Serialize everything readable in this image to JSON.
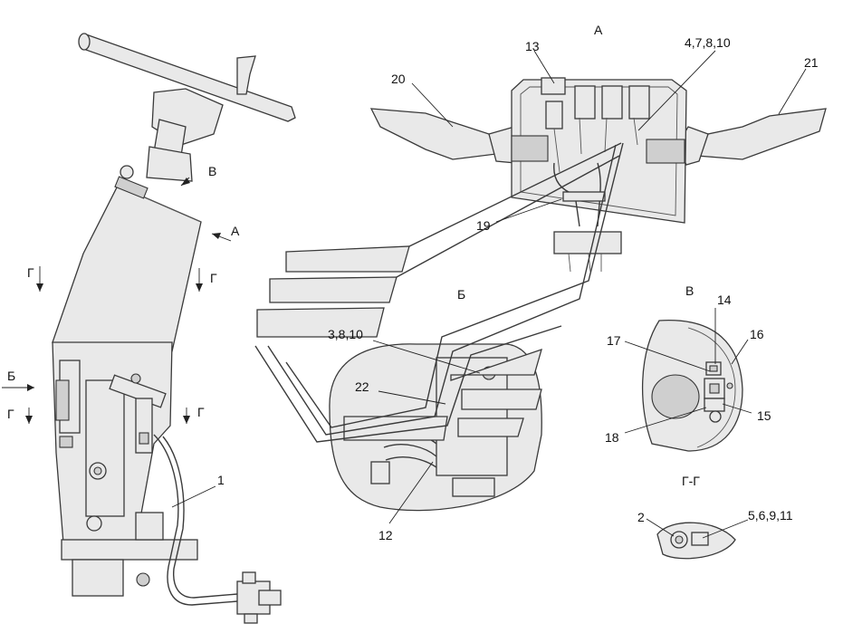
{
  "labels": {
    "view_a": "А",
    "view_b": "Б",
    "view_v": "В",
    "section_gg": "Г-Г",
    "arrow_v": "В",
    "arrow_a": "А",
    "arrow_b": "Б",
    "g_top_left": "Г",
    "g_top_right": "Г",
    "g_bot_left": "Г",
    "g_bot_right": "Г",
    "p1": "1",
    "p2": "2",
    "p12": "12",
    "p13": "13",
    "p14": "14",
    "p15": "15",
    "p16": "16",
    "p17": "17",
    "p18": "18",
    "p19": "19",
    "p20": "20",
    "p21": "21",
    "p22": "22",
    "p4_7_8_10": "4,7,8,10",
    "p3_8_10": "3,8,10",
    "p5_6_9_11": "5,6,9,11"
  }
}
